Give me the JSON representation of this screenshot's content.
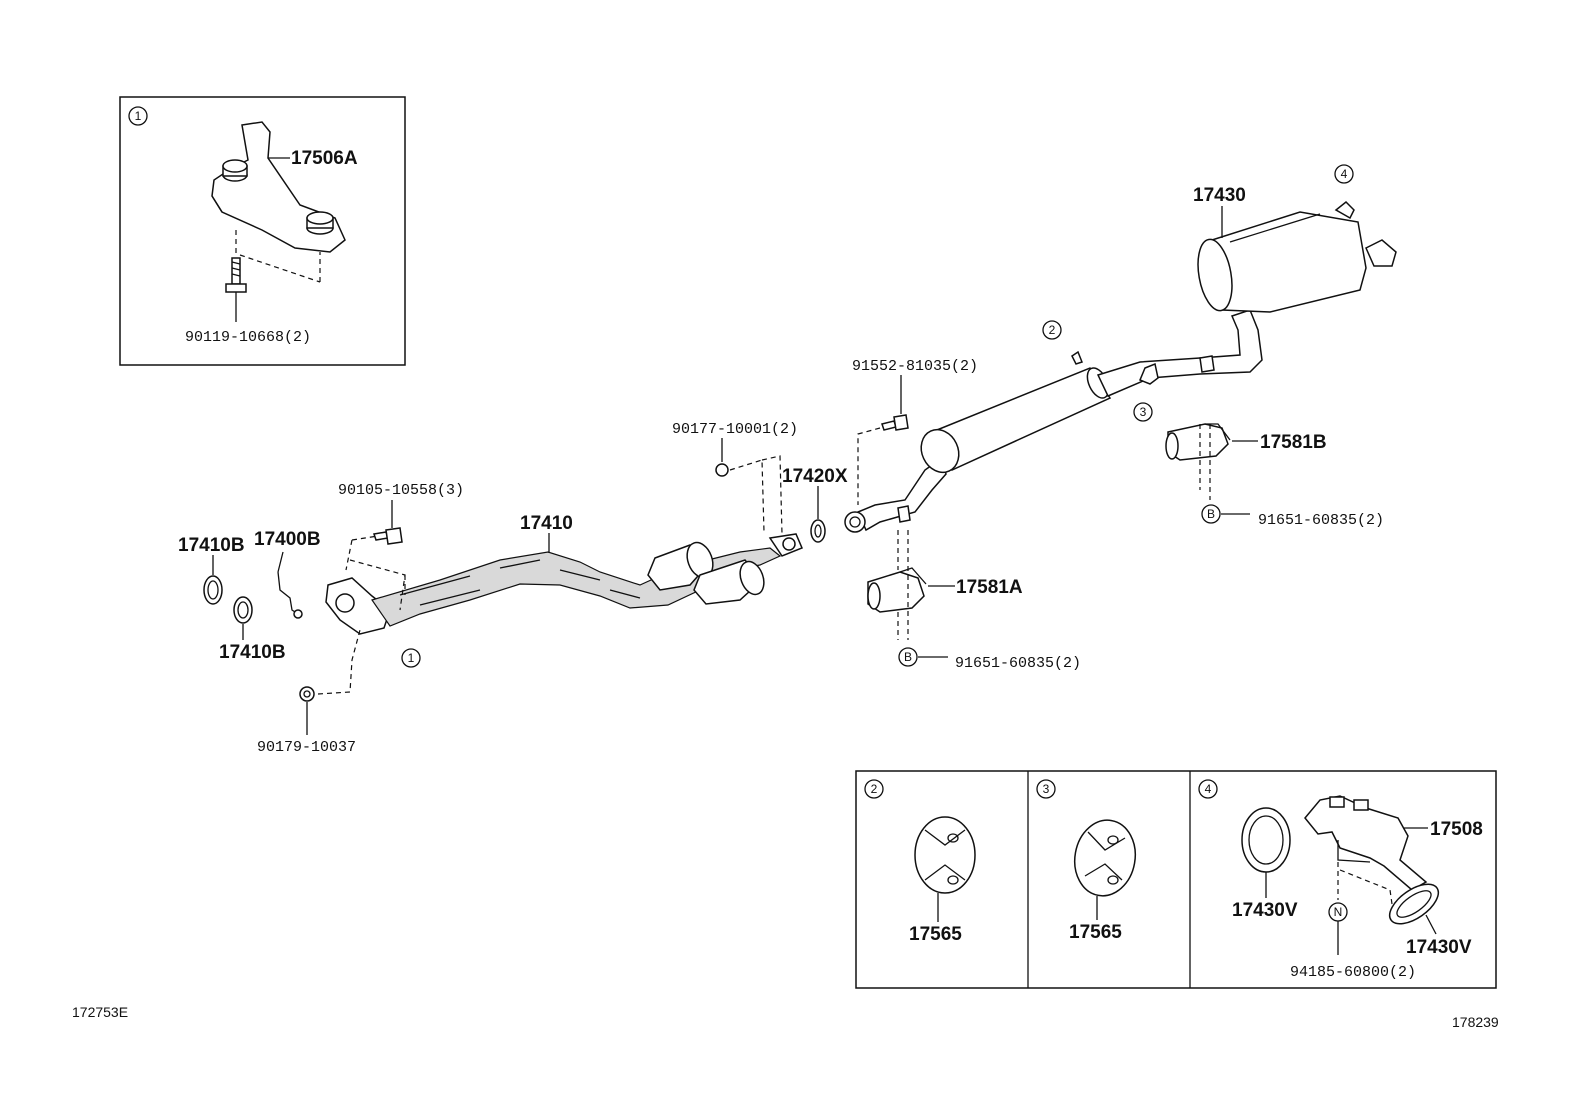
{
  "diagram": {
    "callouts": {
      "c1": "1",
      "c2": "2",
      "c3": "3",
      "c4": "4",
      "b": "B",
      "n": "N"
    },
    "parts": {
      "p17506A": "17506A",
      "p90119": "90119-10668(2)",
      "p17430": "17430",
      "p91552": "91552-81035(2)",
      "p17581B": "17581B",
      "p91651_upper": "91651-60835(2)",
      "p90177": "90177-10001(2)",
      "p17420X": "17420X",
      "p90105": "90105-10558(3)",
      "p17410": "17410",
      "p17410B_top": "17410B",
      "p17400B": "17400B",
      "p17410B_bottom": "17410B",
      "p17581A": "17581A",
      "p91651_lower": "91651-60835(2)",
      "p90179": "90179-10037",
      "p17565_a": "17565",
      "p17565_b": "17565",
      "p17508": "17508",
      "p17430V_left": "17430V",
      "p17430V_right": "17430V",
      "p94185": "94185-60800(2)"
    },
    "refs": {
      "left": "172753E",
      "right": "178239"
    }
  }
}
